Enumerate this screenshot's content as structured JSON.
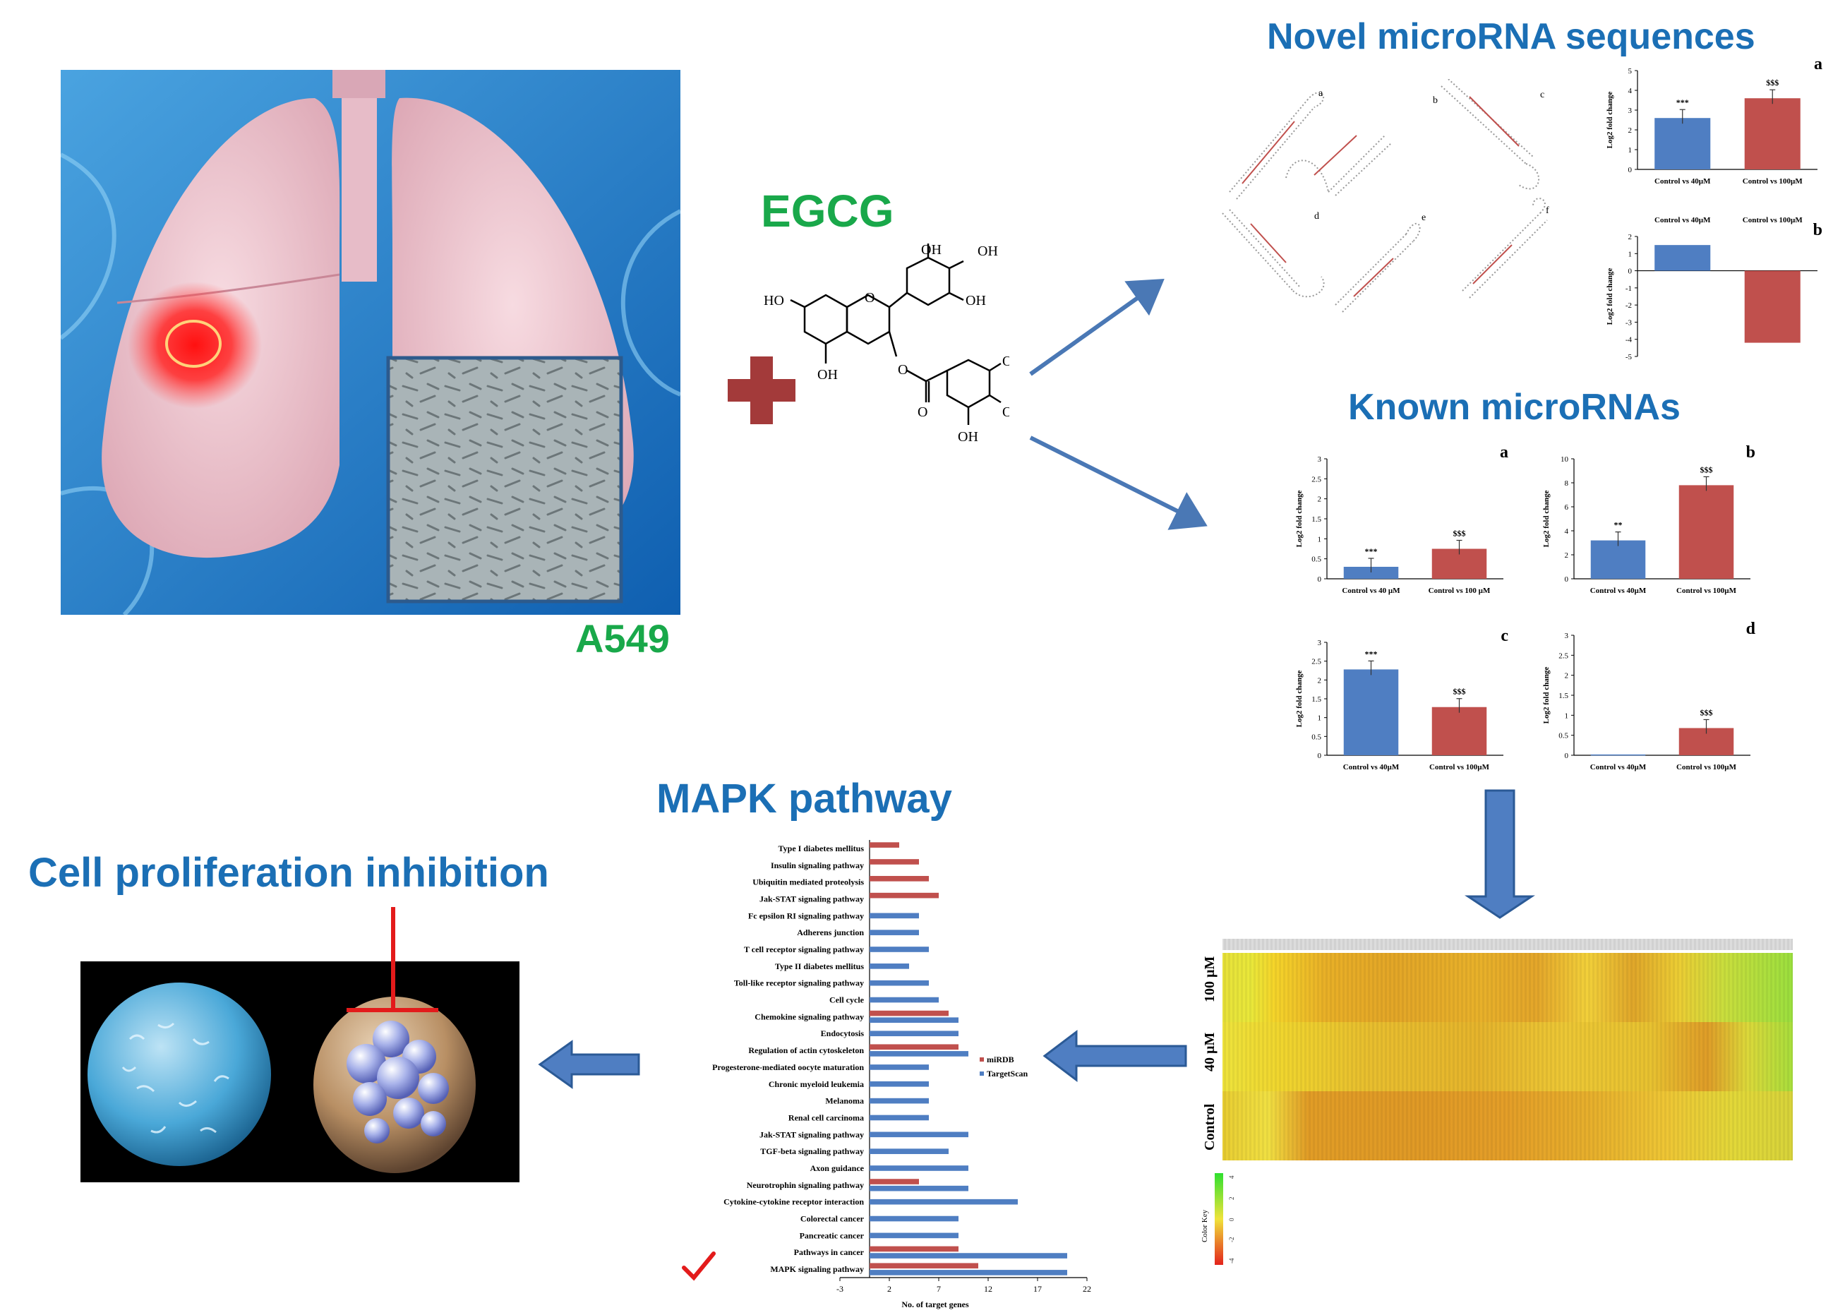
{
  "labels": {
    "egcg": "EGCG",
    "a549": "A549",
    "novel": "Novel microRNA sequences",
    "known": "Known microRNAs",
    "mapk": "MAPK pathway",
    "cell": "Cell proliferation inhibition",
    "color_key": "Color Key"
  },
  "molecule": {
    "oh1": "OH",
    "oh2": "OH",
    "oh3": "OH",
    "oh4": "OH",
    "oh5": "OH",
    "oh6": "OH",
    "oh7": "OH",
    "ho": "HO",
    "ring_o": "O",
    "ester_o": "O",
    "carbonyl_o": "O"
  },
  "structures": {
    "a": "a",
    "b": "b",
    "c": "c",
    "d": "d",
    "e": "e",
    "f": "f"
  },
  "heatmap": {
    "rows": [
      "100 µM",
      "40 µM",
      "Control"
    ],
    "key_ticks": [
      "-4",
      "-2",
      "0",
      "2",
      "4"
    ]
  },
  "chart_data": [
    {
      "type": "bar",
      "panel": "a",
      "categories": [
        "Control vs 40µM",
        "Control vs 100µM"
      ],
      "values": [
        2.6,
        3.6
      ],
      "annotations": [
        "***",
        "$$$"
      ],
      "ylabel": "Log2 fold change",
      "ylim": [
        0,
        5
      ],
      "yticks": [
        "0",
        "1",
        "2",
        "3",
        "4",
        "5"
      ],
      "colors": [
        "#4f7ec2",
        "#c0504d"
      ]
    },
    {
      "type": "bar",
      "panel": "b",
      "categories": [
        "Control vs 40µM",
        "Control vs 100µM"
      ],
      "values": [
        1.5,
        -4.2
      ],
      "ylabel": "Log2 fold change",
      "ylim": [
        -5,
        2
      ],
      "yticks": [
        "2",
        "1",
        "0",
        "-1",
        "-2",
        "-3",
        "-4",
        "-5"
      ],
      "colors": [
        "#4f7ec2",
        "#c0504d"
      ]
    },
    {
      "type": "bar",
      "panel": "a",
      "categories": [
        "Control vs 40 µM",
        "Control vs 100 µM"
      ],
      "values": [
        0.3,
        0.75
      ],
      "annotations": [
        "***",
        "$$$"
      ],
      "ylabel": "Log2 fold change",
      "ylim": [
        0,
        3
      ],
      "yticks": [
        "0",
        "0.5",
        "1",
        "1.5",
        "2",
        "2.5",
        "3"
      ],
      "colors": [
        "#4f7ec2",
        "#c0504d"
      ]
    },
    {
      "type": "bar",
      "panel": "b",
      "categories": [
        "Control vs 40µM",
        "Control vs 100µM"
      ],
      "values": [
        3.2,
        7.8
      ],
      "annotations": [
        "**",
        "$$$"
      ],
      "ylabel": "Log2 fold change",
      "ylim": [
        0,
        10
      ],
      "yticks": [
        "0",
        "2",
        "4",
        "6",
        "8",
        "10"
      ],
      "colors": [
        "#4f7ec2",
        "#c0504d"
      ]
    },
    {
      "type": "bar",
      "panel": "c",
      "categories": [
        "Control vs 40µM",
        "Control vs 100µM"
      ],
      "values": [
        2.28,
        1.28
      ],
      "annotations": [
        "***",
        "$$$"
      ],
      "ylabel": "Log2 fold change",
      "ylim": [
        0,
        3
      ],
      "yticks": [
        "0",
        "0.5",
        "1",
        "1.5",
        "2",
        "2.5",
        "3"
      ],
      "colors": [
        "#4f7ec2",
        "#c0504d"
      ]
    },
    {
      "type": "bar",
      "panel": "d",
      "categories": [
        "Control vs 40µM",
        "Control vs 100µM"
      ],
      "values": [
        0.02,
        0.68
      ],
      "annotations": [
        "",
        "$$$"
      ],
      "ylabel": "Log2 fold change",
      "ylim": [
        0,
        3
      ],
      "yticks": [
        "0",
        "0.5",
        "1",
        "1.5",
        "2",
        "2.5",
        "3"
      ],
      "colors": [
        "#4f7ec2",
        "#c0504d"
      ]
    },
    {
      "type": "bar",
      "orientation": "horizontal",
      "categories": [
        "Type I diabetes mellitus",
        "Insulin signaling pathway",
        "Ubiquitin mediated proteolysis",
        "Jak-STAT signaling pathway",
        "Fc epsilon RI signaling pathway",
        "Adherens junction",
        "T cell receptor signaling pathway",
        "Type II diabetes mellitus",
        "Toll-like receptor signaling pathway",
        "Cell cycle",
        "Chemokine signaling pathway",
        "Endocytosis",
        "Regulation of actin cytoskeleton",
        "Progesterone-mediated oocyte maturation",
        "Chronic myeloid leukemia",
        "Melanoma",
        "Renal cell carcinoma",
        "Jak-STAT signaling pathway",
        "TGF-beta signaling pathway",
        "Axon guidance",
        "Neurotrophin signaling pathway",
        "Cytokine-cytokine receptor interaction",
        "Colorectal cancer",
        "Pancreatic cancer",
        "Pathways in cancer",
        "MAPK signaling pathway"
      ],
      "series": [
        {
          "name": "miRDB",
          "color": "#c0504d",
          "values": [
            3,
            5,
            6,
            7,
            0,
            0,
            0,
            0,
            0,
            0,
            8,
            0,
            9,
            0,
            0,
            0,
            0,
            0,
            0,
            0,
            5,
            0,
            0,
            0,
            9,
            11
          ]
        },
        {
          "name": "TargetScan",
          "color": "#4f7ec2",
          "values": [
            0,
            0,
            0,
            0,
            5,
            5,
            6,
            4,
            6,
            7,
            9,
            9,
            10,
            6,
            6,
            6,
            6,
            10,
            8,
            10,
            10,
            15,
            9,
            9,
            20,
            20
          ]
        }
      ],
      "xlabel": "No. of target genes",
      "xlim": [
        -3,
        22
      ],
      "xticks": [
        "-3",
        "2",
        "7",
        "12",
        "17",
        "22"
      ]
    }
  ]
}
